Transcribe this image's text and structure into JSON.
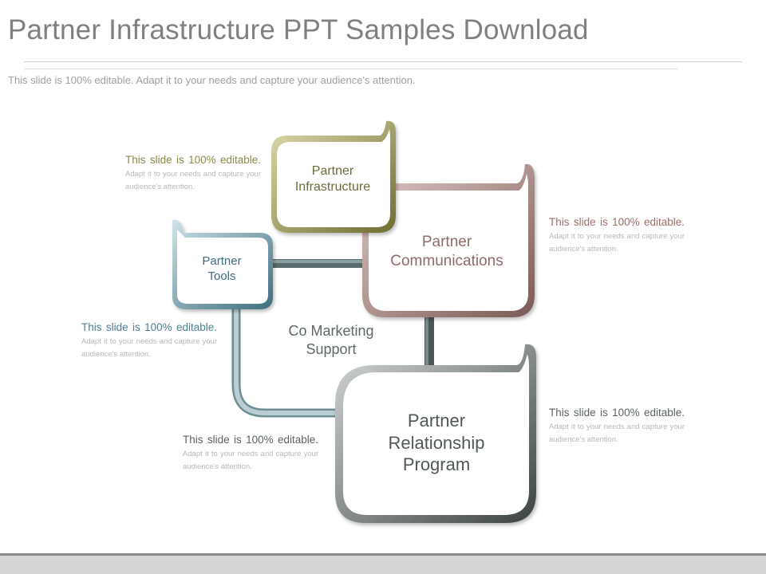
{
  "slide": {
    "title": "Partner Infrastructure PPT Samples Download",
    "subtitle": "This slide is 100% editable. Adapt it to your needs and capture your audience's attention."
  },
  "boxes": {
    "infrastructure": "Partner Infrastructure",
    "communications": "Partner Communications",
    "tools": "Partner Tools",
    "relationship": "Partner Relationship Program",
    "center": "Co Marketing Support"
  },
  "notes": {
    "lead": "This slide is 100% editable.",
    "rest": "Adapt it to your needs and capture your audience's attention."
  },
  "colors": {
    "olive": "#8c8a47",
    "mauve": "#9c7f7b",
    "steel": "#6b95a3",
    "slate": "#5a6361",
    "text": "#5f6a6a"
  }
}
